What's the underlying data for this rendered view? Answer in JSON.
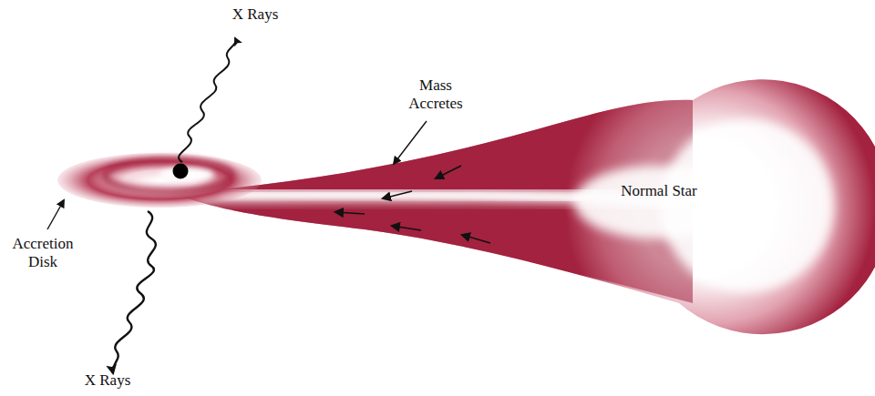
{
  "diagram": {
    "labels": [
      "X Rays",
      "Mass Accretes",
      "Normal Star",
      "Accretion Disk",
      "X Rays"
    ]
  }
}
